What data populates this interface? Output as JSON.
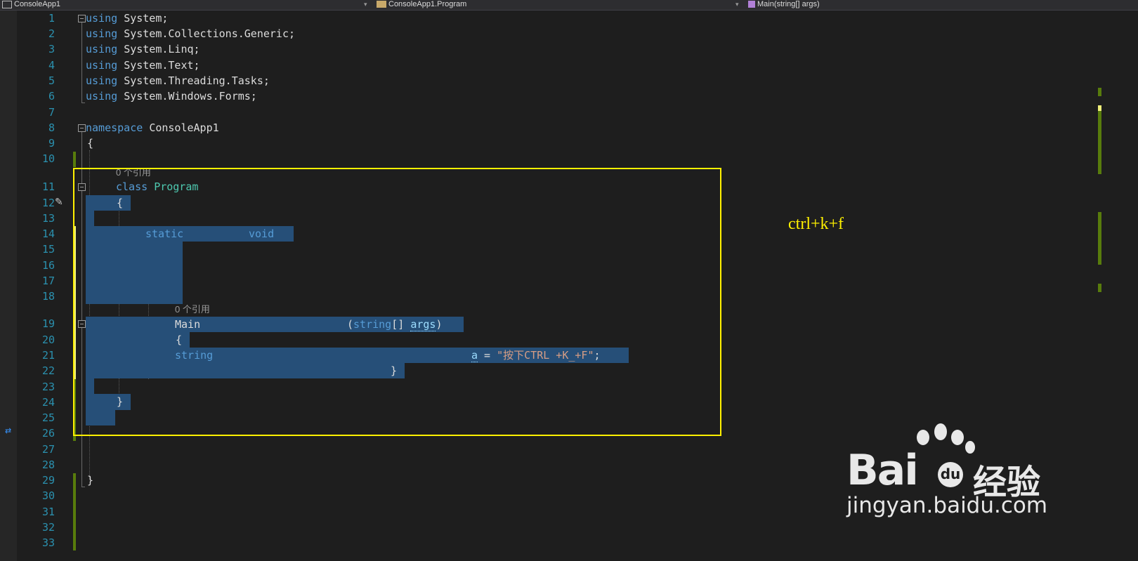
{
  "navbar": {
    "project": "ConsoleApp1",
    "class": "ConsoleApp1.Program",
    "member": "Main(string[] args)"
  },
  "line_numbers": [
    "1",
    "2",
    "3",
    "4",
    "5",
    "6",
    "7",
    "8",
    "9",
    "10",
    "11",
    "12",
    "13",
    "14",
    "15",
    "16",
    "17",
    "18",
    "19",
    "20",
    "21",
    "22",
    "23",
    "24",
    "25",
    "26",
    "27",
    "28",
    "29",
    "30",
    "31",
    "32",
    "33"
  ],
  "code": {
    "using_kw": "using",
    "u1": "System;",
    "u2": "System.Collections.Generic;",
    "u3": "System.Linq;",
    "u4": "System.Text;",
    "u5": "System.Threading.Tasks;",
    "u6": "System.Windows.Forms;",
    "ns_kw": "namespace",
    "ns_name": "ConsoleApp1",
    "open_brace": "{",
    "close_brace": "}",
    "ref_label": "0 个引用",
    "class_kw": "class",
    "class_name": "Program",
    "static_kw": "static",
    "void_kw": "void",
    "main_name": "Main",
    "paren_open": "(",
    "string_kw": "string",
    "array_brackets": "[]",
    "args_name": "args",
    "paren_close": ")",
    "var_a": "a",
    "assign": " = ",
    "str_literal": "\"按下CTRL +K_+F\"",
    "semicolon": ";"
  },
  "annotation": {
    "hint": "ctrl+k+f"
  },
  "watermark": {
    "brand_bai": "Bai",
    "brand_du": "du",
    "brand_cn": "经验",
    "url": "jingyan.baidu.com"
  },
  "colors": {
    "keyword": "#569cd6",
    "type": "#4ec9b0",
    "string": "#d69d85",
    "selection": "#264f78",
    "highlight_box": "#fff100"
  }
}
